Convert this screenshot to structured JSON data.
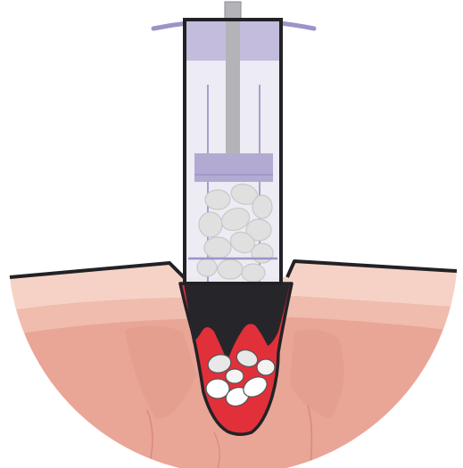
{
  "illustration": {
    "subject": [
      "syringe-applicator",
      "wound-cavity",
      "tissue-cross-section",
      "dressing-pellets"
    ],
    "colors": {
      "background": "#ffffff",
      "outline": "#222226",
      "skin_surface": "#f6d2c6",
      "skin_band": "#f0c0b4",
      "tissue": "#e9a596",
      "tissue_dark": "#d98a7c",
      "wound_red": "#e2303a",
      "wound_dark": "#26262a",
      "barrel_fill": "#ece9f2",
      "barrel_lavender": "#bcb3d6",
      "barrel_cap": "#b2aad2",
      "flange": "#9d93c8",
      "plunger_rod": "#b4b4b8",
      "pellet_gray": "#dcdcdc",
      "pellet_white": "#ffffff"
    }
  }
}
